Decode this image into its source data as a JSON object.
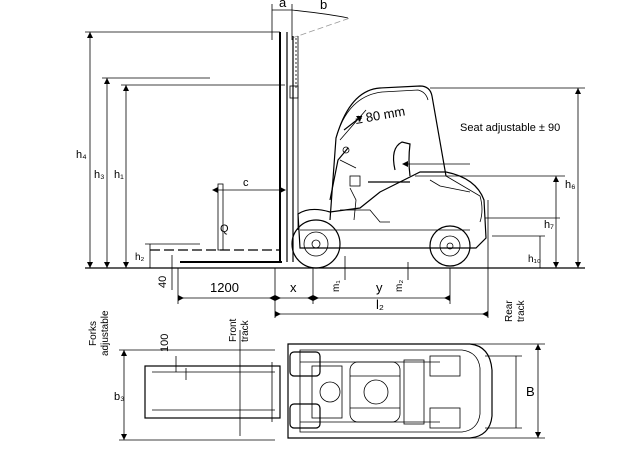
{
  "labels": {
    "a": "a",
    "b": "b",
    "h4": "h₄",
    "h3": "h₃",
    "h1": "h₁",
    "h2": "h₂",
    "c": "c",
    "Q": "Q",
    "dim_40": "40",
    "dim_1200": "1200",
    "x": "x",
    "m1": "m₁",
    "y": "y",
    "m2": "m₂",
    "l2": "l₂",
    "tilt": "± 80 mm",
    "seat": "Seat adjustable ± 90",
    "h6": "h₆",
    "h7": "h₇",
    "h10": "h₁₀",
    "forks_adjustable_1": "Forks",
    "forks_adjustable_2": "adjustable",
    "dim_100": "100",
    "front_track_1": "Front",
    "front_track_2": "track",
    "rear_track_1": "Rear",
    "rear_track_2": "track",
    "b3": "b₃",
    "B": "B"
  }
}
